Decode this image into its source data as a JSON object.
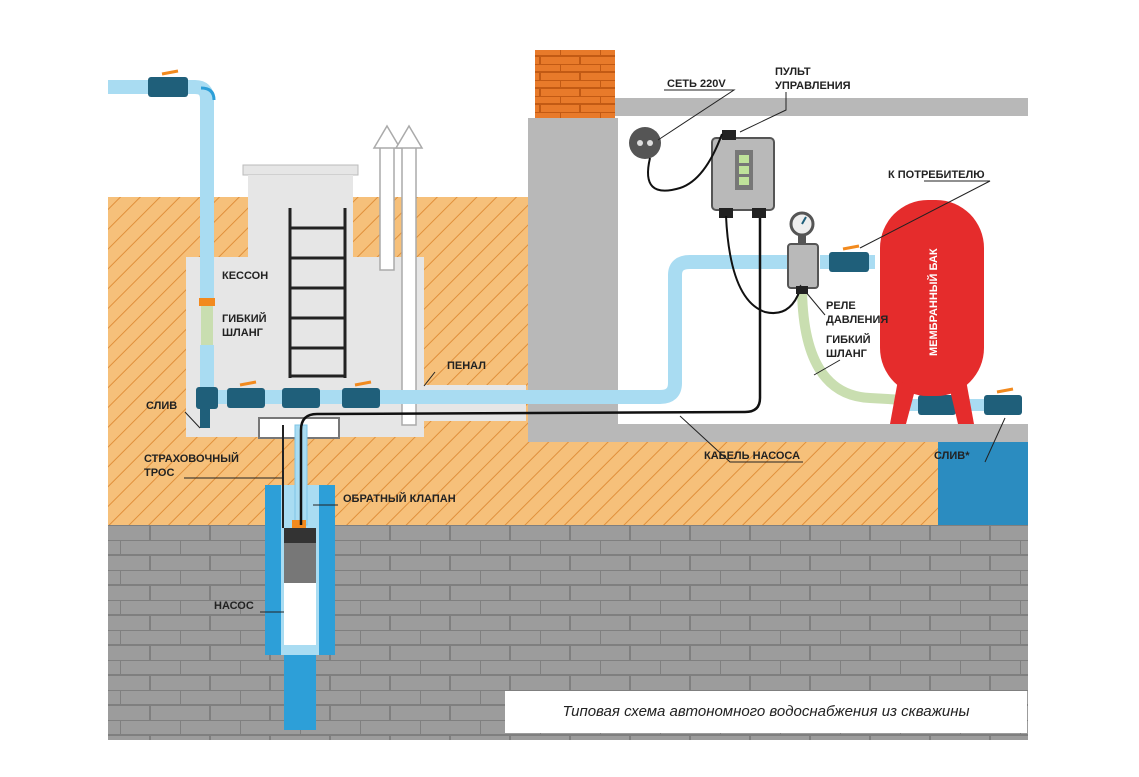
{
  "labels": {
    "caisson": "КЕССОН",
    "flex_hose_left_1": "ГИБКИЙ",
    "flex_hose_left_2": "ШЛАНГ",
    "drain_left": "СЛИВ",
    "safety_rope_1": "СТРАХОВОЧНЫЙ",
    "safety_rope_2": "ТРОС",
    "check_valve": "ОБРАТНЫЙ КЛАПАН",
    "pump": "НАСОС",
    "casing": "ПЕНАЛ",
    "network": "СЕТЬ 220V",
    "control_panel_1": "ПУЛЬТ",
    "control_panel_2": "УПРАВЛЕНИЯ",
    "to_consumer": "К ПОТРЕБИТЕЛЮ",
    "pressure_relay_1": "РЕЛЕ",
    "pressure_relay_2": "ДАВЛЕНИЯ",
    "flex_hose_right_1": "ГИБКИЙ",
    "flex_hose_right_2": "ШЛАНГ",
    "membrane_tank": "МЕМБРАННЫЙ БАК",
    "pump_cable": "КАБЕЛЬ НАСОСА",
    "drain_right": "СЛИВ*"
  },
  "caption": "Типовая схема автономного водоснабжения из скважины",
  "colors": {
    "soil": "#f6c07a",
    "soil_hatch": "#e0903c",
    "brick_wall": "#9a9a9a",
    "pipe": "#a9dcf2",
    "pipe_dark": "#2d9fd8",
    "valve": "#1f5f7a",
    "tank": "#e52c2c",
    "chimney": "#e87a2a",
    "house_wall": "#b8b8b8"
  }
}
